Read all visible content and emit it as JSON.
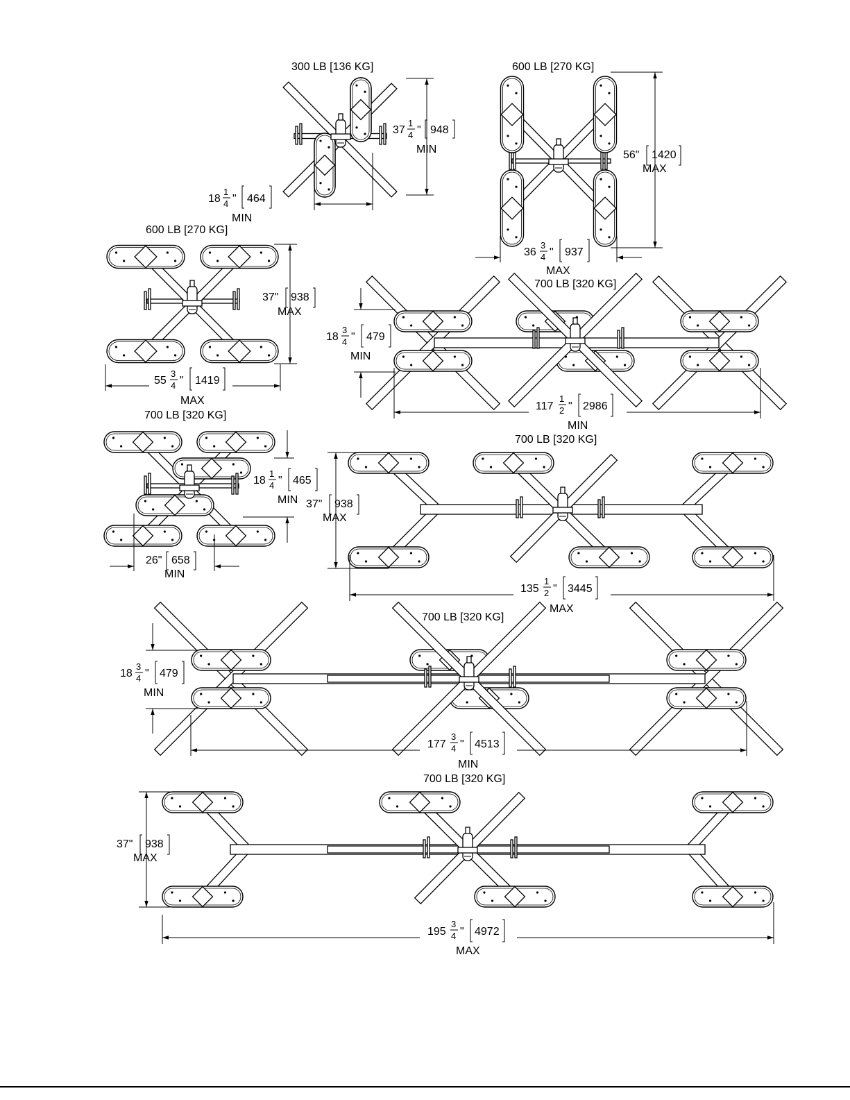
{
  "views": [
    {
      "id": "v1",
      "capacity": "300 LB [136 KG]",
      "dims": [
        {
          "whole": "37",
          "num": "1",
          "den": "4",
          "metric": "948",
          "qual": "MIN"
        },
        {
          "whole": "18",
          "num": "1",
          "den": "4",
          "metric": "464",
          "qual": "MIN"
        }
      ]
    },
    {
      "id": "v2",
      "capacity": "600 LB [270 KG]",
      "dims": [
        {
          "whole": "56\"",
          "metric": "1420",
          "qual": "MAX"
        },
        {
          "whole": "36",
          "num": "3",
          "den": "4",
          "metric": "937",
          "qual": "MAX"
        }
      ]
    },
    {
      "id": "v3",
      "capacity": "600 LB [270 KG]",
      "dims": [
        {
          "whole": "37\"",
          "metric": "938",
          "qual": "MAX"
        },
        {
          "whole": "55",
          "num": "3",
          "den": "4",
          "metric": "1419",
          "qual": "MAX"
        }
      ]
    },
    {
      "id": "v4",
      "capacity": "700 LB [320 KG]",
      "dims": [
        {
          "whole": "18",
          "num": "3",
          "den": "4",
          "metric": "479",
          "qual": "MIN"
        },
        {
          "whole": "117",
          "num": "1",
          "den": "2",
          "metric": "2986",
          "qual": "MIN"
        }
      ]
    },
    {
      "id": "v5",
      "capacity": "700 LB [320 KG]",
      "dims": [
        {
          "whole": "18",
          "num": "1",
          "den": "4",
          "metric": "465",
          "qual": "MIN"
        },
        {
          "whole": "26\"",
          "metric": "658",
          "qual": "MIN"
        }
      ]
    },
    {
      "id": "v6",
      "capacity": "700 LB [320 KG]",
      "dims": [
        {
          "whole": "37\"",
          "metric": "938",
          "qual": "MAX"
        },
        {
          "whole": "135",
          "num": "1",
          "den": "2",
          "metric": "3445",
          "qual": "MAX"
        }
      ]
    },
    {
      "id": "v7",
      "capacity": "700 LB [320 KG]",
      "dims": [
        {
          "whole": "18",
          "num": "3",
          "den": "4",
          "metric": "479",
          "qual": "MIN"
        },
        {
          "whole": "177",
          "num": "3",
          "den": "4",
          "metric": "4513",
          "qual": "MIN"
        }
      ]
    },
    {
      "id": "v8",
      "capacity": "700 LB [320 KG]",
      "dims": [
        {
          "whole": "37\"",
          "metric": "938",
          "qual": "MAX"
        },
        {
          "whole": "195",
          "num": "3",
          "den": "4",
          "metric": "4972",
          "qual": "MAX"
        }
      ]
    }
  ]
}
